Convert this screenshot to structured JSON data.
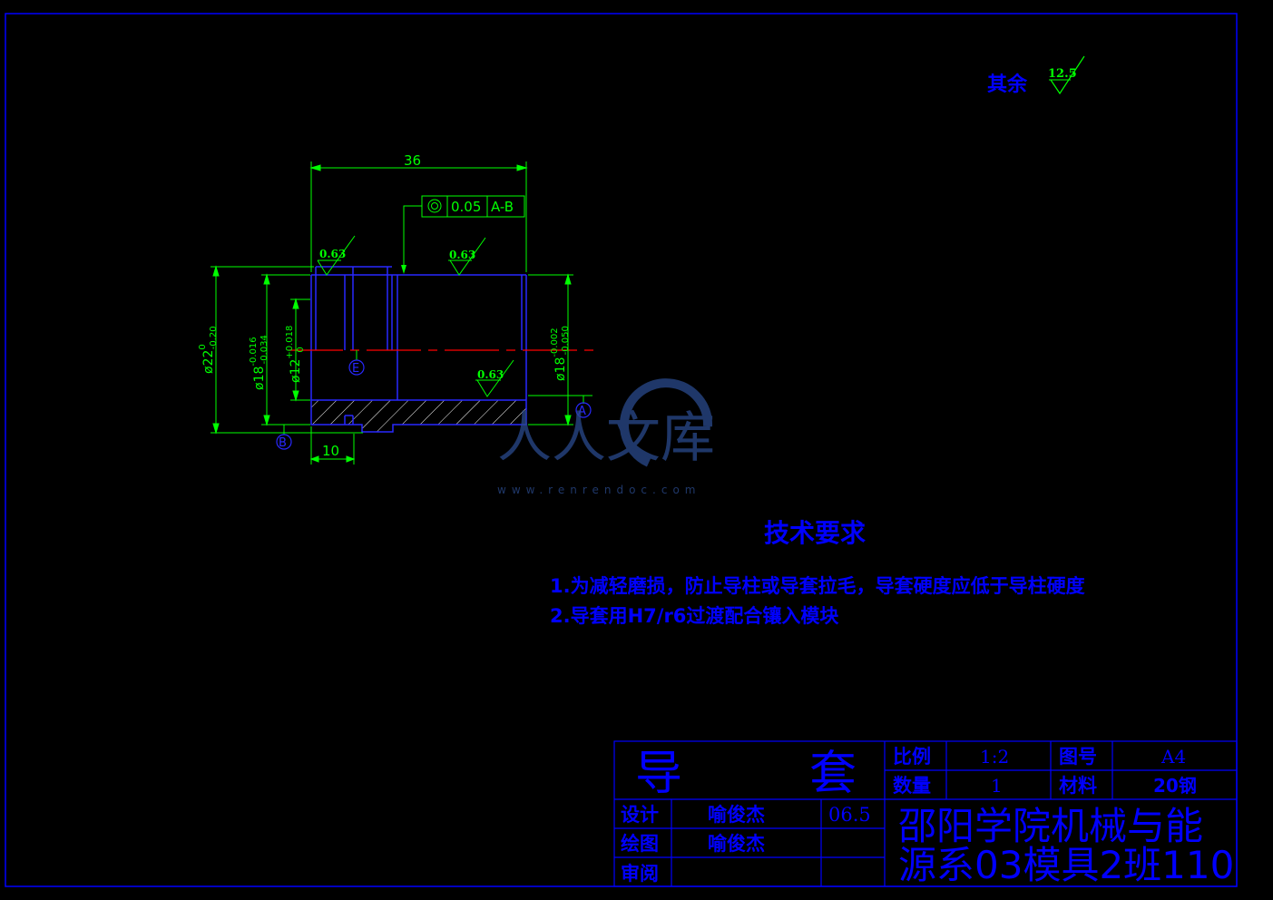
{
  "roughness_other": {
    "label": "其余",
    "value": "12.5"
  },
  "dimensions": {
    "length_total": "36",
    "length_step": "10",
    "dia_outer": "ø22",
    "dia_outer_tol_upper": "0",
    "dia_outer_tol_lower": "-0.20",
    "dia_body": "ø18",
    "dia_body_tol_upper": "-0.016",
    "dia_body_tol_lower": "-0.034",
    "dia_bore": "ø12",
    "dia_bore_tol_upper": "+0.018",
    "dia_bore_tol_lower": "0",
    "dia_right": "ø18",
    "dia_right_tol_upper": "-0.002",
    "dia_right_tol_lower": "-0.050"
  },
  "geometric_tolerance": {
    "value": "0.05",
    "datum": "A-B"
  },
  "roughness_marks": [
    "0.63",
    "0.63",
    "0.63"
  ],
  "datums": {
    "a": "A",
    "b": "B",
    "e": "E"
  },
  "watermark": {
    "text": "人人文库",
    "url": "www.renrendoc.com"
  },
  "technical_requirements": {
    "title": "技术要求",
    "items": [
      "1.为减轻磨损，防止导柱或导套拉毛，导套硬度应低于导柱硬度",
      "2.导套用H7/r6过渡配合镶入模块"
    ]
  },
  "title_block": {
    "part_name": [
      "导",
      "套"
    ],
    "scale_label": "比例",
    "scale_value": "1:2",
    "drawing_no_label": "图号",
    "drawing_no_value": "A4",
    "quantity_label": "数量",
    "quantity_value": "1",
    "material_label": "材料",
    "material_value": "20钢",
    "design_label": "设计",
    "design_name": "喻俊杰",
    "design_date": "06.5",
    "draw_label": "绘图",
    "draw_name": "喻俊杰",
    "review_label": "审阅",
    "school_line1": "邵阳学院机械与能",
    "school_line2": "源系03模具2班110"
  },
  "colors": {
    "background": "#000000",
    "frame": "#0000ff",
    "dimension": "#00ff00",
    "centerline": "#ff0000"
  }
}
